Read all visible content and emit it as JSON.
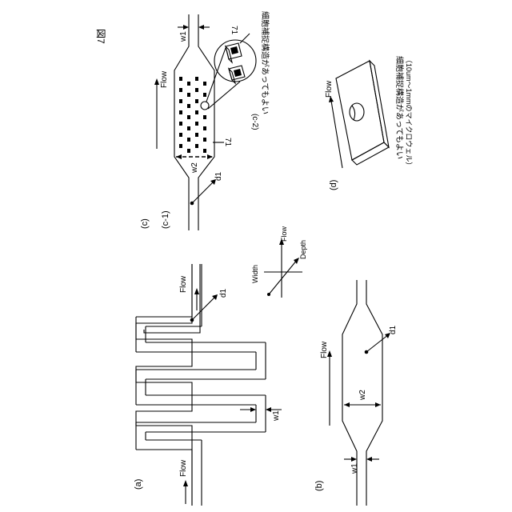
{
  "figure": {
    "title": "図7",
    "panels": {
      "a": {
        "label": "(a)",
        "flow_in": "Flow",
        "flow_out": "Flow",
        "d_label": "d1",
        "w_label": "w1"
      },
      "b": {
        "label": "(b)",
        "flow": "Flow",
        "w1_label": "w1",
        "w2_label": "w2",
        "d_label": "d1"
      },
      "c": {
        "label": "(c)",
        "c1_label": "(c-1)",
        "c2_label": "(c-2)",
        "flow": "Flow",
        "w1_label": "w1",
        "w2_label": "w2",
        "d_label": "d1",
        "part_number": "71",
        "note": "細胞補捉構造があってもよい"
      },
      "d": {
        "label": "(d)",
        "flow": "Flow",
        "note": "細胞補捉構造があってもよい",
        "subnote": "（10um～1mmのマイクロウェル）"
      },
      "axes": {
        "flow": "Flow",
        "depth": "Depth",
        "width": "Width"
      }
    }
  }
}
